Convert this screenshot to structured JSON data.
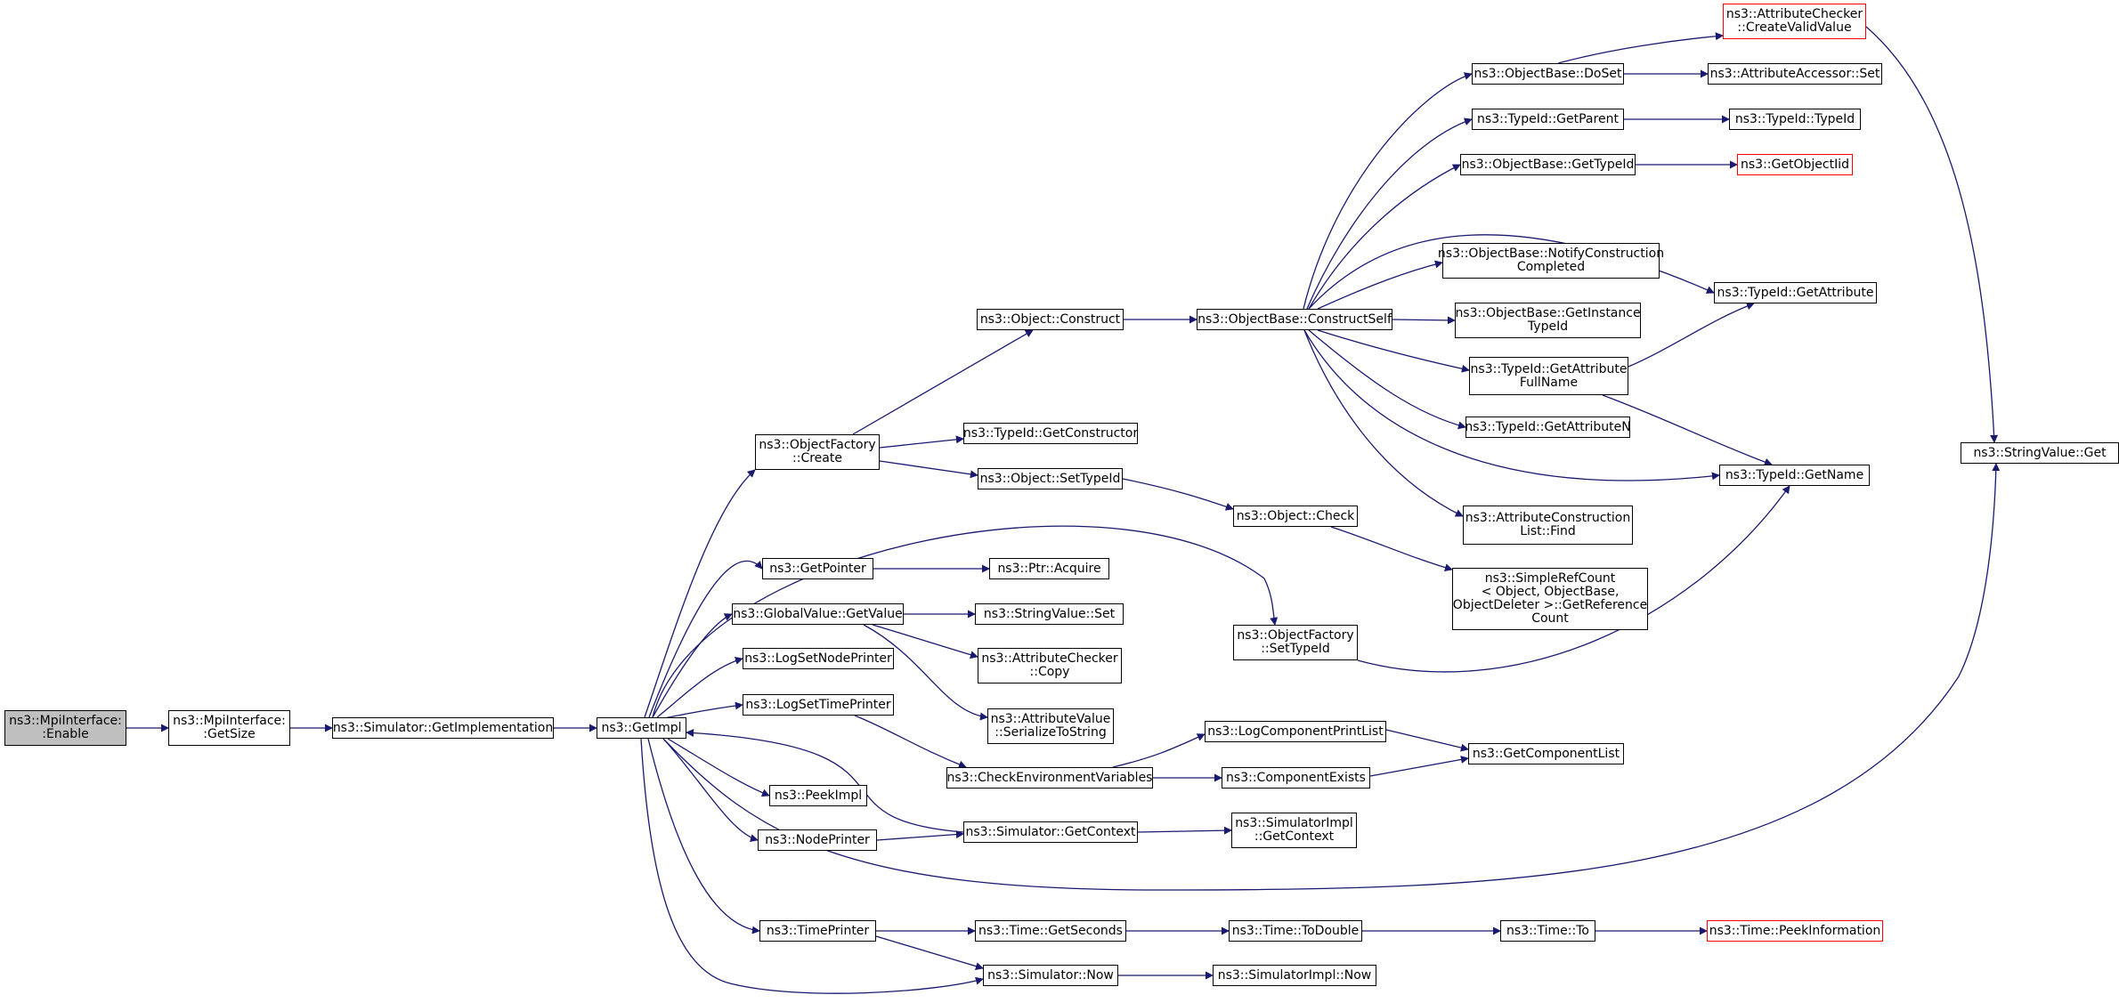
{
  "colors": {
    "edge": "#191970",
    "node_border": "#000000",
    "root_fill": "#bfbfbf",
    "truncated_border": "#ff0000"
  },
  "nodes": {
    "n1": {
      "lines": [
        "ns3::MpiInterface:",
        ":Enable"
      ]
    },
    "n2": {
      "lines": [
        "ns3::MpiInterface:",
        ":GetSize"
      ]
    },
    "n3": {
      "lines": [
        "ns3::Simulator::GetImplementation"
      ]
    },
    "n4": {
      "lines": [
        "ns3::GetImpl"
      ]
    },
    "n5": {
      "lines": [
        "ns3::ObjectFactory",
        "::Create"
      ]
    },
    "n6": {
      "lines": [
        "ns3::GetPointer"
      ]
    },
    "n7": {
      "lines": [
        "ns3::GlobalValue::GetValue"
      ]
    },
    "n8": {
      "lines": [
        "ns3::LogSetNodePrinter"
      ]
    },
    "n9": {
      "lines": [
        "ns3::LogSetTimePrinter"
      ]
    },
    "n10": {
      "lines": [
        "ns3::PeekImpl"
      ]
    },
    "n11": {
      "lines": [
        "ns3::NodePrinter"
      ]
    },
    "n12": {
      "lines": [
        "ns3::TimePrinter"
      ]
    },
    "n13": {
      "lines": [
        "ns3::Object::Construct"
      ]
    },
    "n14": {
      "lines": [
        "ns3::TypeId::GetConstructor"
      ]
    },
    "n15": {
      "lines": [
        "ns3::Object::SetTypeId"
      ]
    },
    "n16": {
      "lines": [
        "ns3::Ptr::Acquire"
      ]
    },
    "n17": {
      "lines": [
        "ns3::StringValue::Set"
      ]
    },
    "n18": {
      "lines": [
        "ns3::AttributeChecker",
        "::Copy"
      ]
    },
    "n19": {
      "lines": [
        "ns3::AttributeValue",
        "::SerializeToString"
      ]
    },
    "n20": {
      "lines": [
        "ns3::CheckEnvironmentVariables"
      ]
    },
    "n21": {
      "lines": [
        "ns3::Simulator::GetContext"
      ]
    },
    "n22": {
      "lines": [
        "ns3::Time::GetSeconds"
      ]
    },
    "n23": {
      "lines": [
        "ns3::Simulator::Now"
      ]
    },
    "n24": {
      "lines": [
        "ns3::ObjectBase::ConstructSelf"
      ]
    },
    "n25": {
      "lines": [
        "ns3::Object::Check"
      ]
    },
    "n26": {
      "lines": [
        "ns3::ObjectFactory",
        "::SetTypeId"
      ]
    },
    "n27": {
      "lines": [
        "ns3::LogComponentPrintList"
      ]
    },
    "n28": {
      "lines": [
        "ns3::ComponentExists"
      ]
    },
    "n29": {
      "lines": [
        "ns3::SimulatorImpl",
        "::GetContext"
      ]
    },
    "n30": {
      "lines": [
        "ns3::Time::ToDouble"
      ]
    },
    "n31": {
      "lines": [
        "ns3::SimulatorImpl::Now"
      ]
    },
    "n32": {
      "lines": [
        "ns3::ObjectBase::DoSet"
      ]
    },
    "n33": {
      "lines": [
        "ns3::TypeId::GetParent"
      ]
    },
    "n34": {
      "lines": [
        "ns3::ObjectBase::GetTypeId"
      ]
    },
    "n35": {
      "lines": [
        "ns3::ObjectBase::NotifyConstruction",
        "Completed"
      ]
    },
    "n36": {
      "lines": [
        "ns3::ObjectBase::GetInstance",
        "TypeId"
      ]
    },
    "n37": {
      "lines": [
        "ns3::TypeId::GetAttribute",
        "FullName"
      ]
    },
    "n38": {
      "lines": [
        "ns3::TypeId::GetAttributeN"
      ]
    },
    "n39": {
      "lines": [
        "ns3::AttributeConstruction",
        "List::Find"
      ]
    },
    "n40": {
      "lines": [
        "ns3::SimpleRefCount",
        "< Object, ObjectBase,",
        "ObjectDeleter >::GetReference",
        "Count"
      ]
    },
    "n41": {
      "lines": [
        "ns3::GetComponentList"
      ]
    },
    "n42": {
      "lines": [
        "ns3::Time::To"
      ]
    },
    "n43": {
      "lines": [
        "ns3::AttributeChecker",
        "::CreateValidValue"
      ]
    },
    "n44": {
      "lines": [
        "ns3::AttributeAccessor::Set"
      ]
    },
    "n45": {
      "lines": [
        "ns3::TypeId::TypeId"
      ]
    },
    "n46": {
      "lines": [
        "ns3::GetObjectIid"
      ]
    },
    "n47": {
      "lines": [
        "ns3::TypeId::GetAttribute"
      ]
    },
    "n48": {
      "lines": [
        "ns3::TypeId::GetName"
      ]
    },
    "n49": {
      "lines": [
        "ns3::Time::PeekInformation"
      ]
    },
    "n50": {
      "lines": [
        "ns3::StringValue::Get"
      ]
    }
  }
}
